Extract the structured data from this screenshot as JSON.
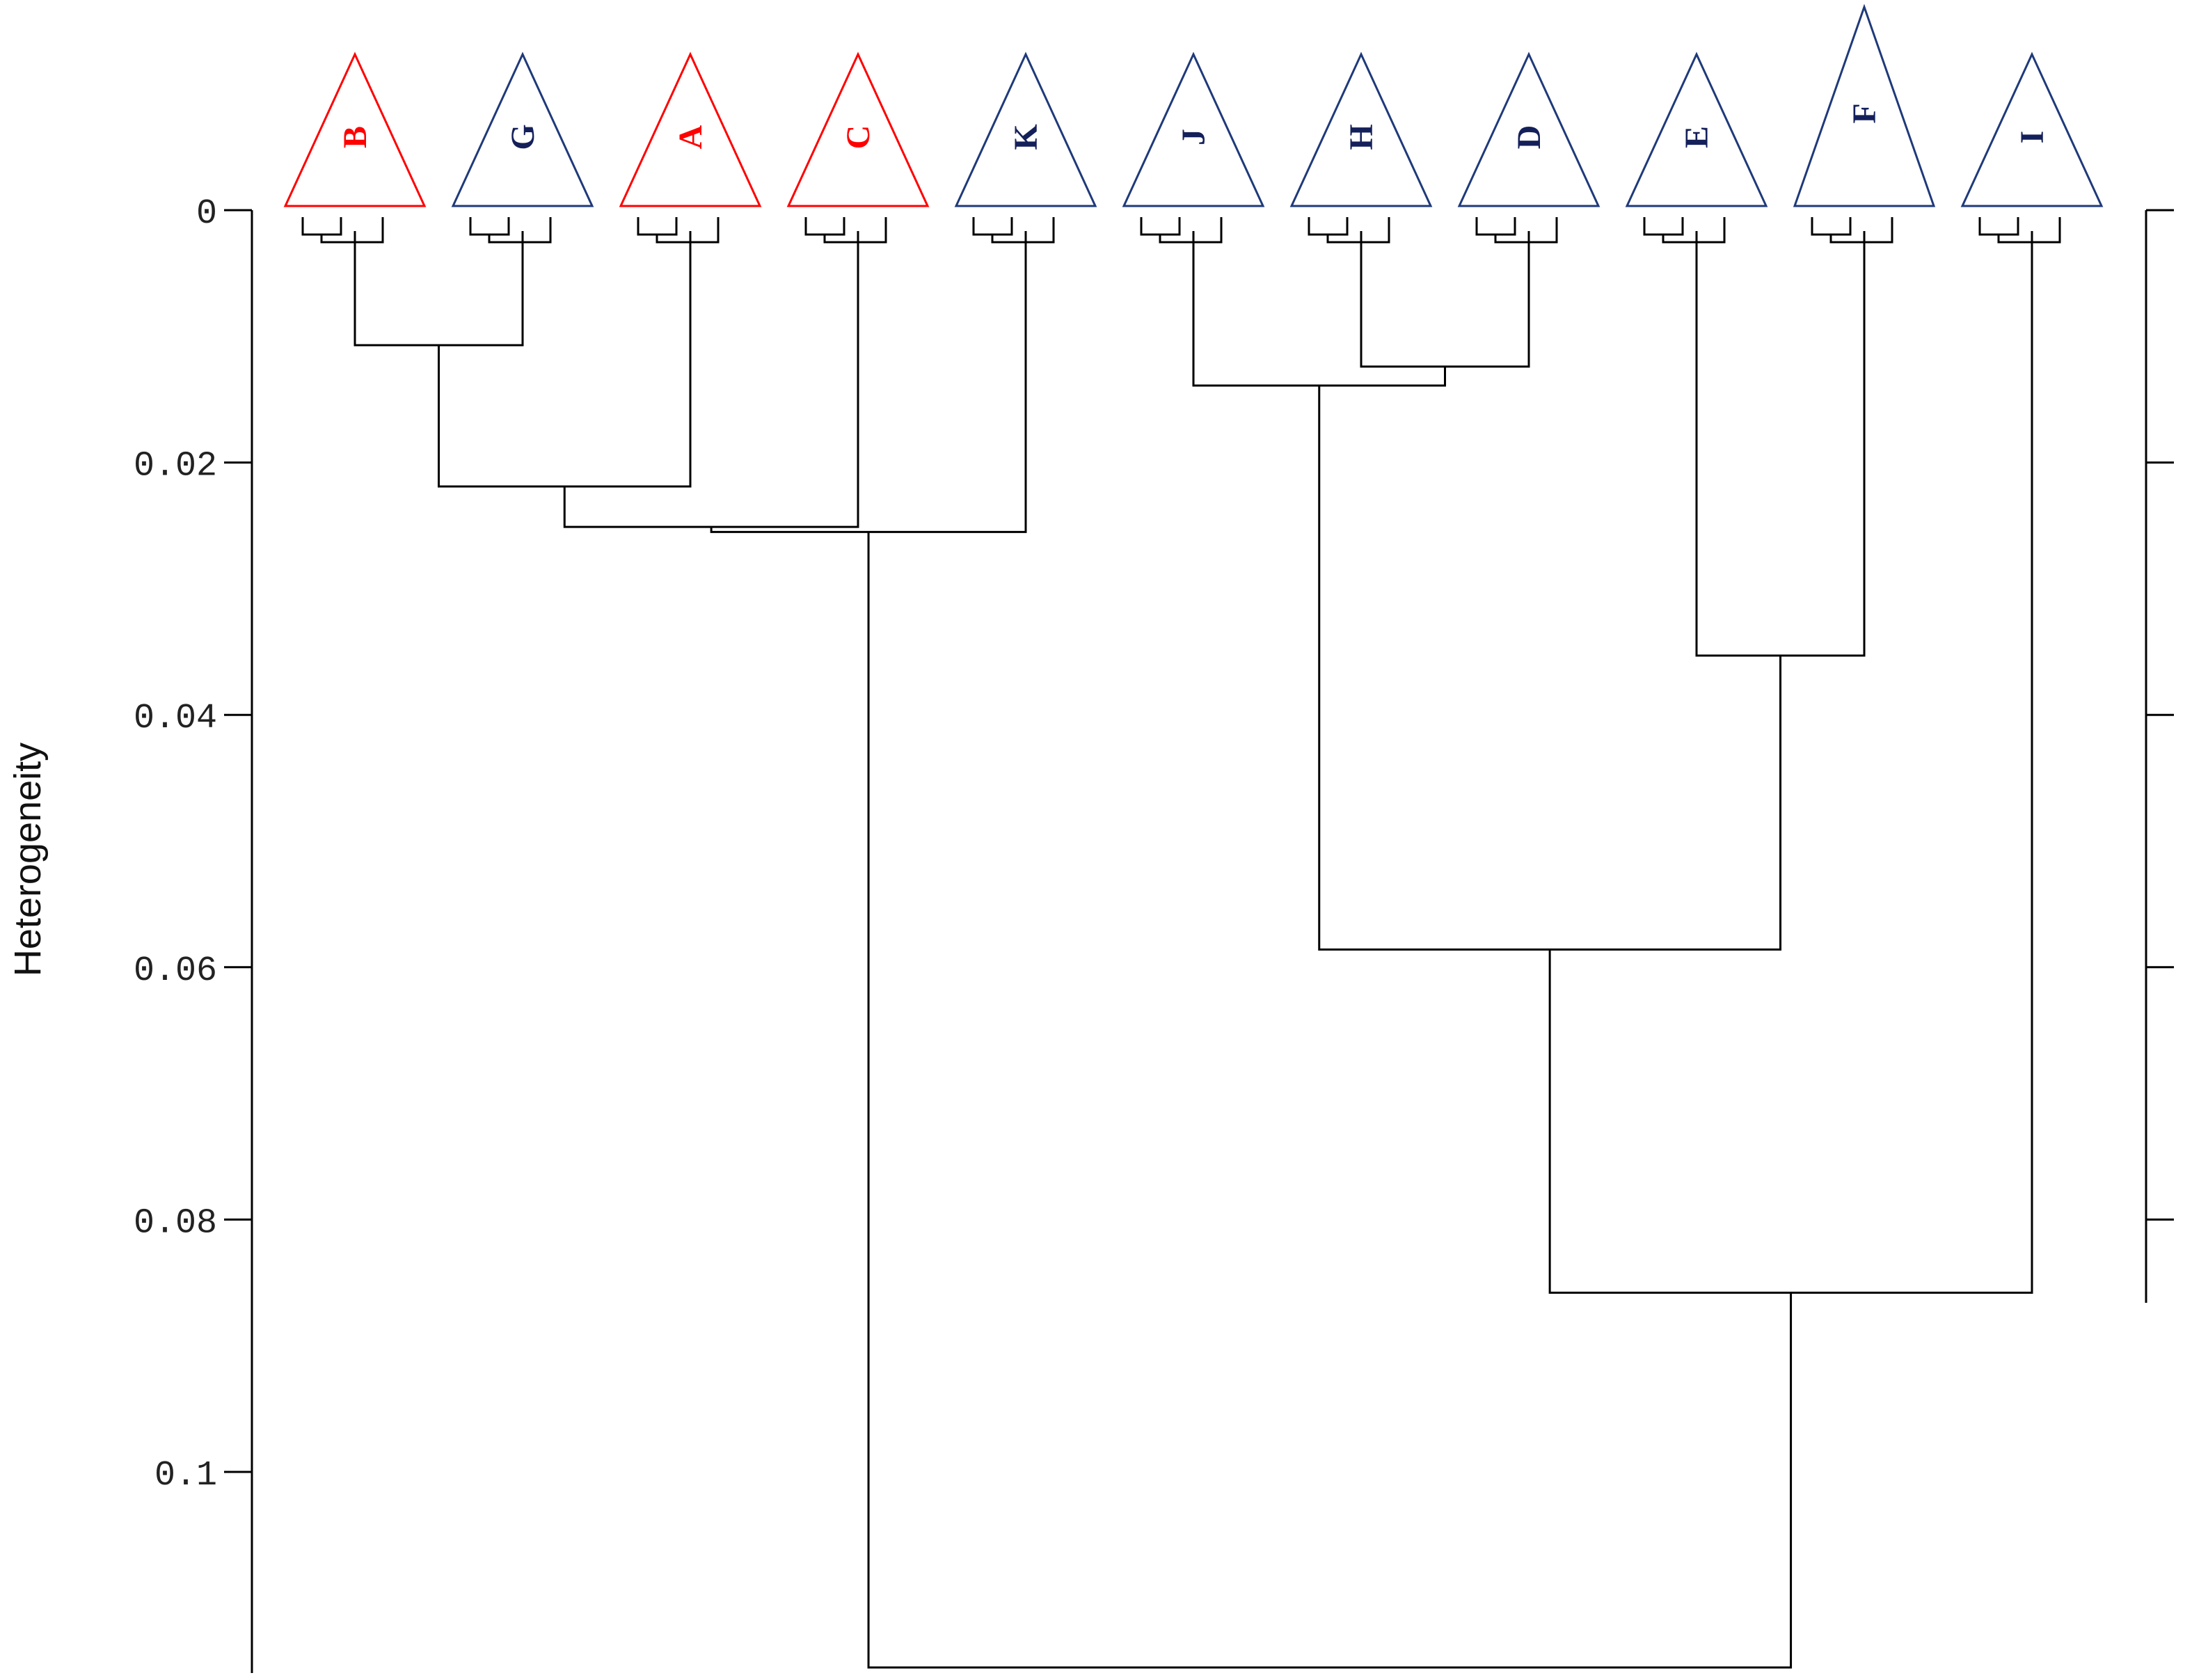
{
  "chart_data": {
    "type": "dendrogram",
    "ylabel": "Heterogeneity",
    "ylim": [
      0,
      0.115
    ],
    "y_ticks": [
      0,
      0.02,
      0.04,
      0.06,
      0.08,
      0.1
    ],
    "y_tick_labels": [
      "0",
      "0.02",
      "0.04",
      "0.06",
      "0.08",
      "0.1"
    ],
    "leaves": [
      {
        "label": "B",
        "group": "red"
      },
      {
        "label": "G",
        "group": "blue"
      },
      {
        "label": "A",
        "group": "red"
      },
      {
        "label": "C",
        "group": "red"
      },
      {
        "label": "K",
        "group": "blue"
      },
      {
        "label": "J",
        "group": "blue"
      },
      {
        "label": "H",
        "group": "blue"
      },
      {
        "label": "D",
        "group": "blue"
      },
      {
        "label": "E",
        "group": "blue"
      },
      {
        "label": "F",
        "group": "blue"
      },
      {
        "label": "I",
        "group": "blue"
      }
    ],
    "merges": [
      {
        "id": "m1",
        "children": [
          "B",
          "G"
        ],
        "height": 0.0107
      },
      {
        "id": "m2",
        "children": [
          "m1",
          "A"
        ],
        "height": 0.0219
      },
      {
        "id": "m3",
        "children": [
          "m2",
          "C"
        ],
        "height": 0.0251
      },
      {
        "id": "m4",
        "children": [
          "m3",
          "K"
        ],
        "height": 0.0255
      },
      {
        "id": "m5",
        "children": [
          "H",
          "D"
        ],
        "height": 0.0124
      },
      {
        "id": "m6",
        "children": [
          "J",
          "m5"
        ],
        "height": 0.0139
      },
      {
        "id": "m7",
        "children": [
          "E",
          "F"
        ],
        "height": 0.0353
      },
      {
        "id": "m8",
        "children": [
          "m6",
          "m7"
        ],
        "height": 0.0586
      },
      {
        "id": "m9",
        "children": [
          "m8",
          "I"
        ],
        "height": 0.0858
      },
      {
        "id": "m10",
        "children": [
          "m4",
          "m9"
        ],
        "height": 0.1155
      }
    ],
    "colors": {
      "red": "#ff0000",
      "blue": "#1f3a7a",
      "blue_label": "#14205a",
      "line": "#000000"
    }
  }
}
